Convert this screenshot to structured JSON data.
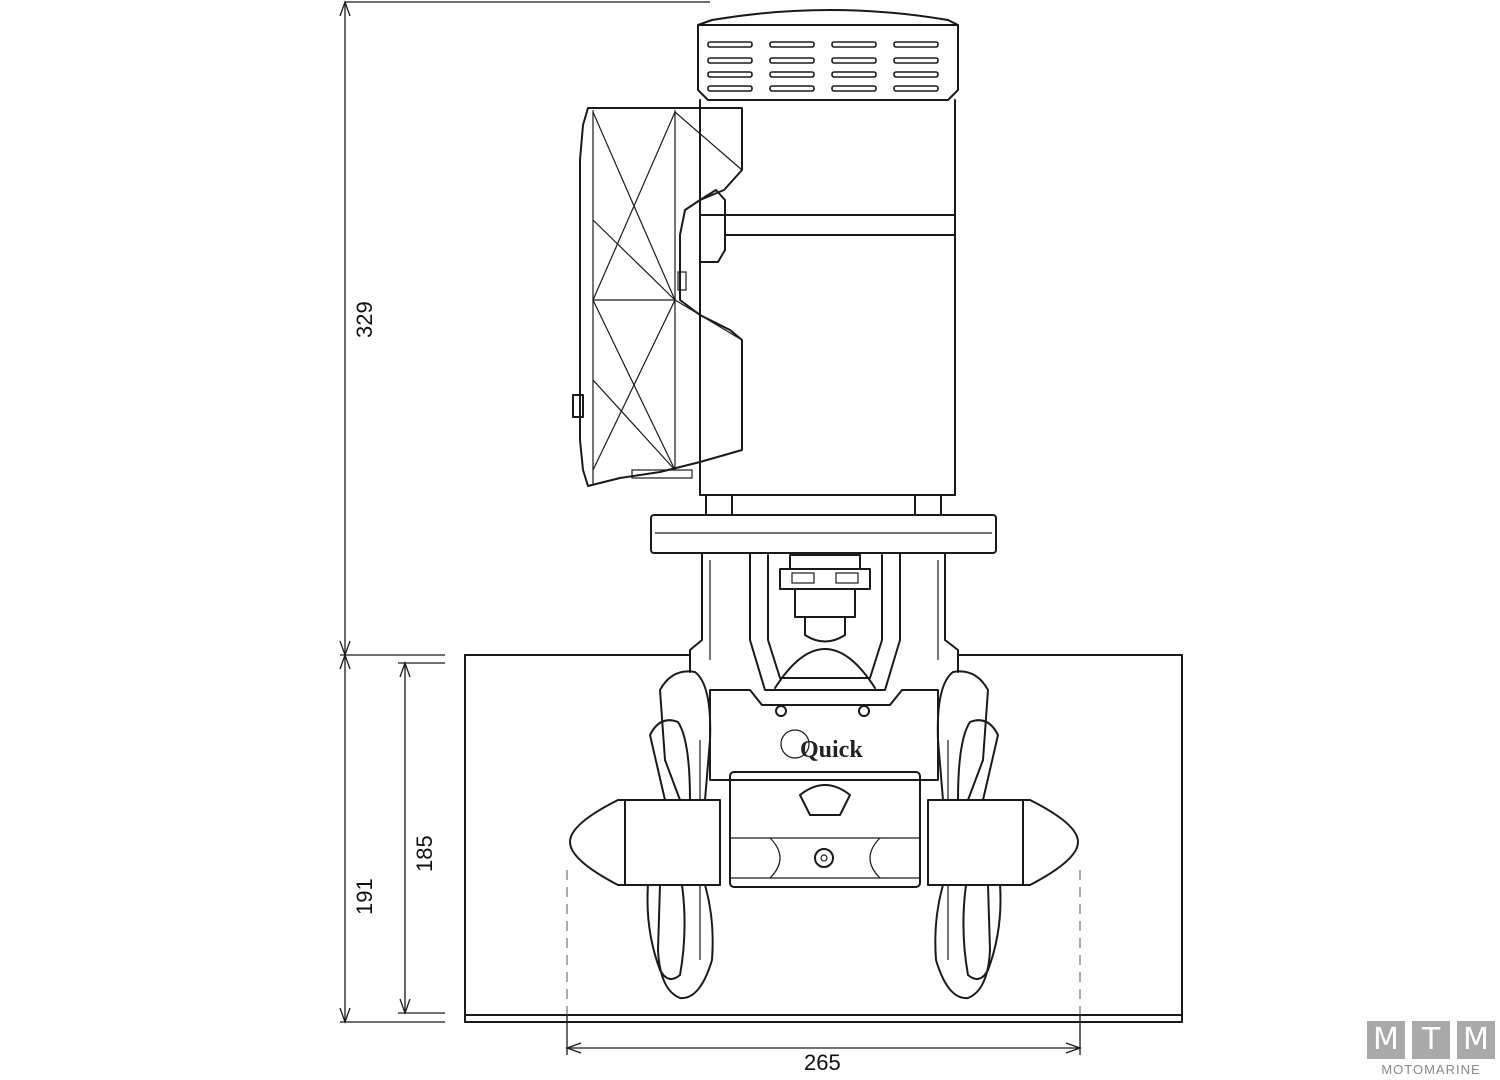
{
  "dimensions": {
    "total_height": "329",
    "tunnel_outer_height": "191",
    "tunnel_inner_height": "185",
    "propeller_span": "265"
  },
  "brand_label": "Quick",
  "watermark": {
    "letters": [
      "M",
      "T",
      "M"
    ],
    "subtitle": "MOTOMARINE"
  },
  "colors": {
    "line": "#1a1a1a",
    "watermark": "#a9a9a9"
  }
}
